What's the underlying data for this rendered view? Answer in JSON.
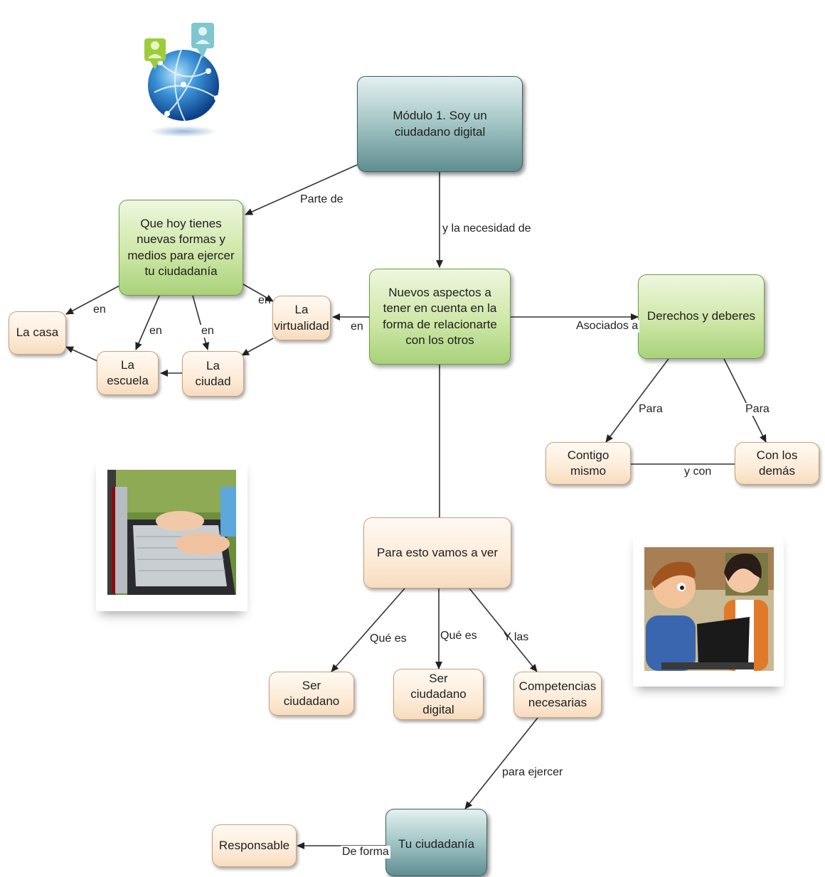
{
  "nodes": {
    "modulo": "Módulo 1. Soy un ciudadano digital",
    "que_hoy": "Que hoy tienes nuevas formas y medios para ejercer tu ciudadanía",
    "nuevos": "Nuevos aspectos a tener en cuenta en la forma de relacionarte con los otros",
    "derechos": "Derechos y deberes",
    "la_casa": "La casa",
    "la_escuela": "La escuela",
    "la_ciudad": "La ciudad",
    "la_virtualidad": "La virtualidad",
    "contigo": "Contigo mismo",
    "con_demas": "Con los demás",
    "para_esto": "Para esto vamos a ver",
    "ser_ciudadano": "Ser ciudadano",
    "ser_digital": "Ser ciudadano digital",
    "competencias": "Competencias necesarias",
    "tu_ciudadania": "Tu ciudadanía",
    "responsable": "Responsable"
  },
  "edges": {
    "parte_de": "Parte de",
    "necesidad": "y la necesidad de",
    "en_casa": "en",
    "en_escuela": "en",
    "en_ciudad": "en",
    "en_virtualidad": "en",
    "en_nuevos": "en",
    "asociados": "Asociados a",
    "para_1": "Para",
    "para_2": "Para",
    "y_con": "y con",
    "que_es_1": "Qué es",
    "que_es_2": "Qué es",
    "y_las": "Y las",
    "para_ejercer": "para ejercer",
    "de_forma": "De forma"
  },
  "images": {
    "globe": "globe-network-icon",
    "laptop": "laptop-typing-photo",
    "cartoon": "cartoon-kids-computer"
  }
}
